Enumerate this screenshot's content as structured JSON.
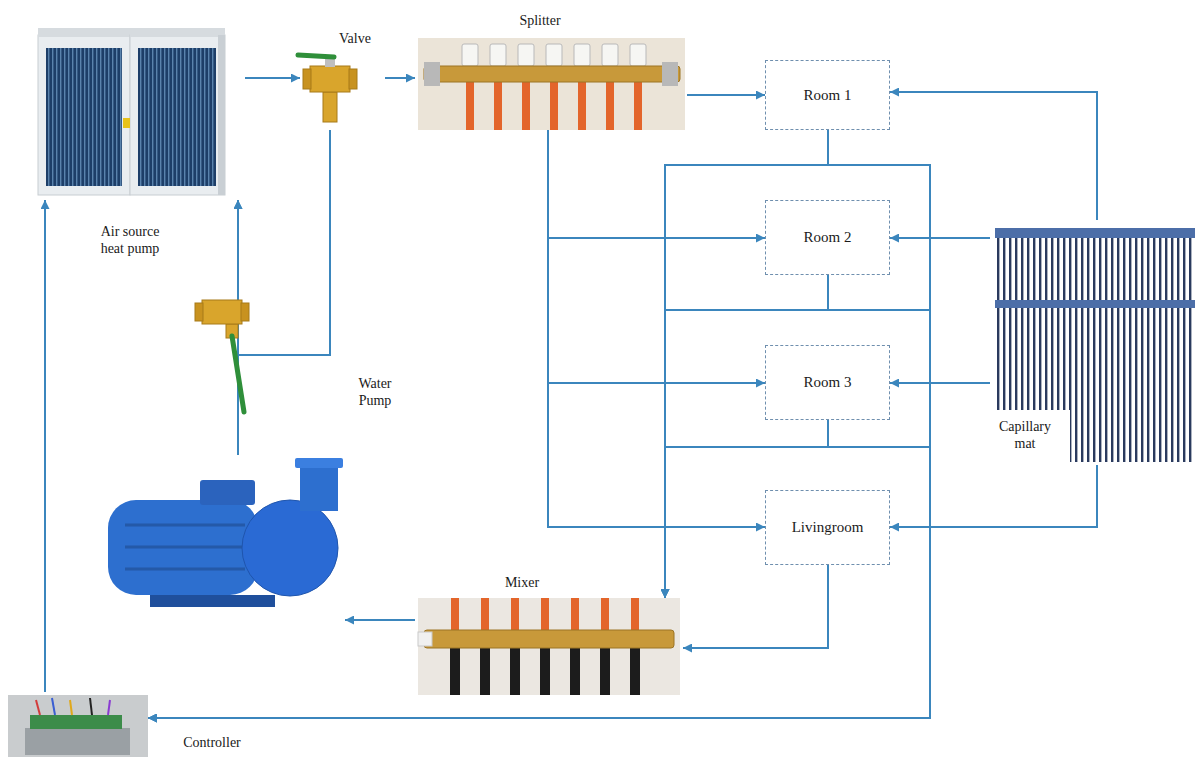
{
  "diagram": {
    "nodes": [
      {
        "text": [
          "Air source heat pump"
        ]
      },
      {
        "text": [
          "Valve"
        ]
      },
      {
        "text": [
          "Splitter"
        ]
      },
      {
        "text": [
          "Room 1"
        ]
      },
      {
        "text": [
          "Room 2"
        ]
      },
      {
        "text": [
          "Capillary mat"
        ]
      },
      {
        "text": [
          "Room 3"
        ]
      },
      {
        "text": [
          "Water Pump"
        ]
      },
      {
        "text": [
          "Livingroom"
        ]
      },
      {
        "text": [
          "Mixer"
        ]
      },
      {
        "text": [
          "Controller"
        ]
      }
    ],
    "edges": [
      {
        "from": 0,
        "to": 1,
        "arrow": "to"
      },
      {
        "from": 1,
        "to": 2,
        "arrow": "to"
      },
      {
        "from": 1,
        "to": 0,
        "arrow": "to"
      },
      {
        "from": 7,
        "to": 0,
        "arrow": "to"
      },
      {
        "from": 2,
        "to": 3,
        "arrow": "to"
      },
      {
        "from": 2,
        "to": 4,
        "arrow": "to"
      },
      {
        "from": 2,
        "to": 6,
        "arrow": "to"
      },
      {
        "from": 2,
        "to": 8,
        "arrow": "to"
      },
      {
        "from": 5,
        "to": 3,
        "arrow": "to"
      },
      {
        "from": 5,
        "to": 4,
        "arrow": "to"
      },
      {
        "from": 5,
        "to": 6,
        "arrow": "to"
      },
      {
        "from": 5,
        "to": 8,
        "arrow": "to"
      },
      {
        "from": 3,
        "to": 9,
        "arrow": "to"
      },
      {
        "from": 4,
        "to": 9,
        "arrow": "to"
      },
      {
        "from": 6,
        "to": 9,
        "arrow": "to"
      },
      {
        "from": 8,
        "to": 9,
        "arrow": "to"
      },
      {
        "from": 3,
        "to": 10,
        "arrow": "to"
      },
      {
        "from": 4,
        "to": 10,
        "arrow": "to"
      },
      {
        "from": 6,
        "to": 10,
        "arrow": "to"
      },
      {
        "from": 9,
        "to": 7,
        "arrow": "to"
      },
      {
        "from": 10,
        "to": 0,
        "arrow": "to"
      }
    ]
  }
}
